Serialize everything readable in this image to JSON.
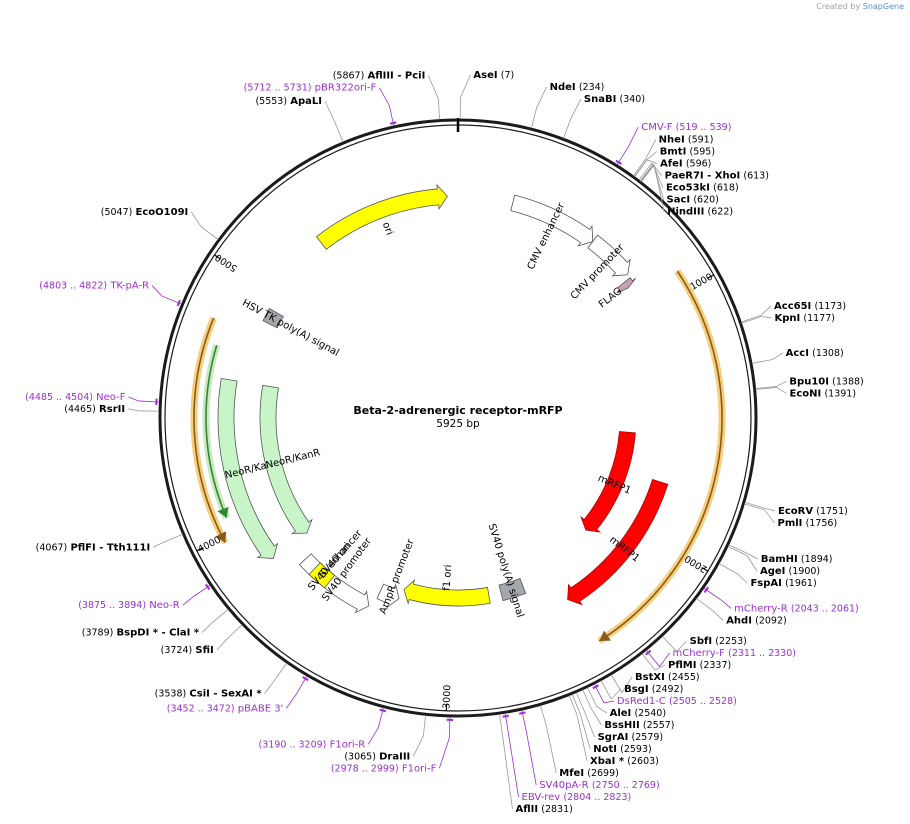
{
  "watermark": {
    "prefix": "Created by",
    "brand": "SnapGene"
  },
  "plasmid": {
    "name": "Beta-2-adrenergic receptor-mRFP",
    "size_label": "5925 bp",
    "length": 5925
  },
  "ticks": [
    {
      "bp": 1000,
      "label": "1000"
    },
    {
      "bp": 2000,
      "label": "2000"
    },
    {
      "bp": 3000,
      "label": "3000"
    },
    {
      "bp": 4000,
      "label": "4000"
    },
    {
      "bp": 5000,
      "label": "5000"
    }
  ],
  "enzymes": [
    {
      "names": [
        "AseI"
      ],
      "coord": "(7)",
      "bp": 7
    },
    {
      "names": [
        "NdeI"
      ],
      "coord": "(234)",
      "bp": 234
    },
    {
      "names": [
        "SnaBI"
      ],
      "coord": "(340)",
      "bp": 340
    },
    {
      "names": [
        "NheI"
      ],
      "coord": "(591)",
      "bp": 591
    },
    {
      "names": [
        "BmtI"
      ],
      "coord": "(595)",
      "bp": 595
    },
    {
      "names": [
        "AfeI"
      ],
      "coord": "(596)",
      "bp": 596
    },
    {
      "names": [
        "PaeR7I",
        "XhoI"
      ],
      "coord": "(613)",
      "bp": 613
    },
    {
      "names": [
        "Eco53kI"
      ],
      "coord": "(618)",
      "bp": 618
    },
    {
      "names": [
        "SacI"
      ],
      "coord": "(620)",
      "bp": 620
    },
    {
      "names": [
        "HindIII"
      ],
      "coord": "(622)",
      "bp": 622
    },
    {
      "names": [
        "Acc65I"
      ],
      "coord": "(1173)",
      "bp": 1173
    },
    {
      "names": [
        "KpnI"
      ],
      "coord": "(1177)",
      "bp": 1177
    },
    {
      "names": [
        "AccI"
      ],
      "coord": "(1308)",
      "bp": 1308
    },
    {
      "names": [
        "Bpu10I"
      ],
      "coord": "(1388)",
      "bp": 1388
    },
    {
      "names": [
        "EcoNI"
      ],
      "coord": "(1391)",
      "bp": 1391
    },
    {
      "names": [
        "EcoRV"
      ],
      "coord": "(1751)",
      "bp": 1751
    },
    {
      "names": [
        "PmlI"
      ],
      "coord": "(1756)",
      "bp": 1756
    },
    {
      "names": [
        "BamHI"
      ],
      "coord": "(1894)",
      "bp": 1894
    },
    {
      "names": [
        "AgeI"
      ],
      "coord": "(1900)",
      "bp": 1900
    },
    {
      "names": [
        "FspAI"
      ],
      "coord": "(1961)",
      "bp": 1961
    },
    {
      "names": [
        "AhdI"
      ],
      "coord": "(2092)",
      "bp": 2092
    },
    {
      "names": [
        "SbfI"
      ],
      "coord": "(2253)",
      "bp": 2253
    },
    {
      "names": [
        "PflMI"
      ],
      "coord": "(2337)",
      "bp": 2337
    },
    {
      "names": [
        "BstXI"
      ],
      "coord": "(2455)",
      "bp": 2455
    },
    {
      "names": [
        "BsgI"
      ],
      "coord": "(2492)",
      "bp": 2492
    },
    {
      "names": [
        "AleI"
      ],
      "coord": "(2540)",
      "bp": 2540
    },
    {
      "names": [
        "BssHII"
      ],
      "coord": "(2557)",
      "bp": 2557
    },
    {
      "names": [
        "SgrAI"
      ],
      "coord": "(2579)",
      "bp": 2579
    },
    {
      "names": [
        "NotI"
      ],
      "coord": "(2593)",
      "bp": 2593
    },
    {
      "names": [
        "XbaI *"
      ],
      "coord": "(2603)",
      "bp": 2603
    },
    {
      "names": [
        "MfeI"
      ],
      "coord": "(2699)",
      "bp": 2699
    },
    {
      "names": [
        "AflII"
      ],
      "coord": "(2831)",
      "bp": 2831
    },
    {
      "names": [
        "DraIII"
      ],
      "coord": "(3065)",
      "bp": 3065
    },
    {
      "names": [
        "CsiI",
        "SexAI *"
      ],
      "coord": "(3538)",
      "bp": 3538
    },
    {
      "names": [
        "SfiI"
      ],
      "coord": "(3724)",
      "bp": 3724
    },
    {
      "names": [
        "BspDI *",
        "ClaI *"
      ],
      "coord": "(3789)",
      "bp": 3789
    },
    {
      "names": [
        "PflFI",
        "Tth111I"
      ],
      "coord": "(4067)",
      "bp": 4067
    },
    {
      "names": [
        "RsrII"
      ],
      "coord": "(4465)",
      "bp": 4465
    },
    {
      "names": [
        "EcoO109I"
      ],
      "coord": "(5047)",
      "bp": 5047
    },
    {
      "names": [
        "ApaLI"
      ],
      "coord": "(5553)",
      "bp": 5553
    },
    {
      "names": [
        "AflIII",
        "PciI"
      ],
      "coord": "(5867)",
      "bp": 5867
    }
  ],
  "primers": [
    {
      "name": "CMV-F",
      "coord": "(519 .. 539)",
      "bp": 529
    },
    {
      "name": "mCherry-R",
      "coord": "(2043 .. 2061)",
      "bp": 2052
    },
    {
      "name": "mCherry-F",
      "coord": "(2311 .. 2330)",
      "bp": 2320
    },
    {
      "name": "DsRed1-C",
      "coord": "(2505 .. 2528)",
      "bp": 2516
    },
    {
      "name": "SV40pA-R",
      "coord": "(2750 .. 2769)",
      "bp": 2760
    },
    {
      "name": "EBV-rev",
      "coord": "(2804 .. 2823)",
      "bp": 2813
    },
    {
      "name": "F1ori-F",
      "coord": "(2978 .. 2999)",
      "bp": 2988
    },
    {
      "name": "F1ori-R",
      "coord": "(3190 .. 3209)",
      "bp": 3200
    },
    {
      "name": "pBABE 3'",
      "coord": "(3452 .. 3472)",
      "bp": 3462
    },
    {
      "name": "Neo-R",
      "coord": "(3875 .. 3894)",
      "bp": 3884
    },
    {
      "name": "Neo-F",
      "coord": "(4485 .. 4504)",
      "bp": 4494
    },
    {
      "name": "TK-pA-R",
      "coord": "(4803 .. 4822)",
      "bp": 4812
    },
    {
      "name": "pBR322ori-F",
      "coord": "(5712 .. 5731)",
      "bp": 5721
    }
  ],
  "features": [
    {
      "name": "CMV enhancer",
      "start": 235,
      "end": 615,
      "type": "white",
      "dir": 1
    },
    {
      "name": "CMV promoter",
      "start": 615,
      "end": 820,
      "type": "white",
      "dir": 1
    },
    {
      "name": "FLAG",
      "start": 836,
      "end": 866,
      "type": "mauve",
      "dir": 1
    },
    {
      "name": "mRFP1",
      "start": 1560,
      "end": 2160,
      "type": "red",
      "dir": 1
    },
    {
      "name": "mRFP1",
      "start": 1770,
      "end": 2450,
      "type": "red",
      "dir": 1
    },
    {
      "name": "SV40 poly(A) signal",
      "start": 2615,
      "end": 2735,
      "type": "gray",
      "dir": 0
    },
    {
      "name": "f1 ori",
      "start": 2800,
      "end": 3250,
      "type": "yellow",
      "dir": 1
    },
    {
      "name": "AmpR promoter",
      "start": 3260,
      "end": 3360,
      "type": "white",
      "dir": -1
    },
    {
      "name": "SV40 promoter",
      "start": 3380,
      "end": 3740,
      "type": "white",
      "dir": -1
    },
    {
      "name": "SV40 ori",
      "start": 3590,
      "end": 3680,
      "type": "yellow",
      "dir": 0
    },
    {
      "name": "SV40 enhancer",
      "start": 3590,
      "end": 3680,
      "type": "none",
      "dir": 0
    },
    {
      "name": "NeoR/KanR",
      "start": 3830,
      "end": 4600,
      "type": "green",
      "dir": -1
    },
    {
      "name": "NeoR/KanR",
      "start": 3830,
      "end": 4600,
      "type": "green",
      "dir": -1
    },
    {
      "name": "HSV TK poly(A) signal",
      "start": 4880,
      "end": 4940,
      "type": "gray",
      "dir": 0
    },
    {
      "name": "ori",
      "start": 5300,
      "end": 5880,
      "type": "yellow",
      "dir": 1
    }
  ],
  "orfs": [
    {
      "start": 925,
      "end": 2430,
      "dir": 1
    },
    {
      "start": 3980,
      "end": 4810,
      "dir": -1
    }
  ],
  "center_label": {
    "title": "Beta-2-adrenergic receptor-mRFP",
    "subtitle": "5925 bp"
  }
}
